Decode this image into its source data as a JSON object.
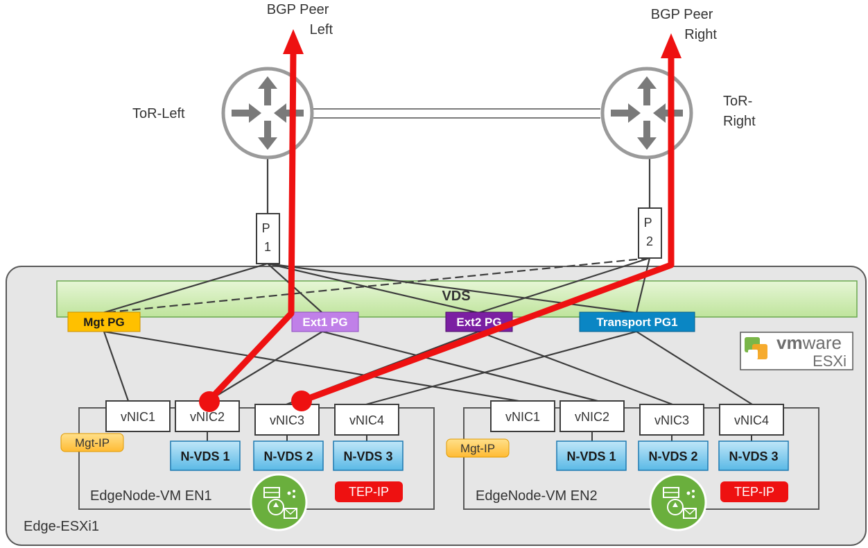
{
  "peers": {
    "left": [
      "BGP Peer",
      "Left"
    ],
    "right": [
      "BGP Peer",
      "Right"
    ]
  },
  "tor": {
    "left": [
      "ToR-Left"
    ],
    "right": [
      "ToR-",
      "Right"
    ]
  },
  "pnics": {
    "p1": [
      "P",
      "1"
    ],
    "p2": [
      "P",
      "2"
    ]
  },
  "vds_label": "VDS",
  "port_groups": {
    "mgt": "Mgt PG",
    "ext1": "Ext1 PG",
    "ext2": "Ext2 PG",
    "transport": "Transport PG1"
  },
  "logo": {
    "vm": "vm",
    "ware": "ware",
    "esxi": "ESXi"
  },
  "host_label": "Edge-ESXi1",
  "en1": {
    "title": "EdgeNode-VM EN1",
    "vnics": [
      "vNIC1",
      "vNIC2",
      "vNIC3",
      "vNIC4"
    ],
    "nvds": [
      "N-VDS 1",
      "N-VDS 2",
      "N-VDS 3"
    ],
    "mgt_ip": "Mgt-IP",
    "tep_ip": "TEP-IP"
  },
  "en2": {
    "title": "EdgeNode-VM EN2",
    "vnics": [
      "vNIC1",
      "vNIC2",
      "vNIC3",
      "vNIC4"
    ],
    "nvds": [
      "N-VDS 1",
      "N-VDS 2",
      "N-VDS 3"
    ],
    "mgt_ip": "Mgt-IP",
    "tep_ip": "TEP-IP"
  },
  "colors": {
    "bgp_path": "#ee1111",
    "router_ring": "#9a9a9a",
    "router_arrow": "#7a7a7a",
    "vds_green": "#d2edb8",
    "mgt_pg": "#ffc000",
    "ext1_pg": "#c080e8",
    "ext2_pg": "#7b1fa2",
    "transport_pg": "#0a86c4",
    "nvds_blue": "#6cc4ec",
    "tep_red": "#ee1111",
    "edge_icon": "#6aaf3d",
    "host_bg": "#e6e6e6"
  }
}
